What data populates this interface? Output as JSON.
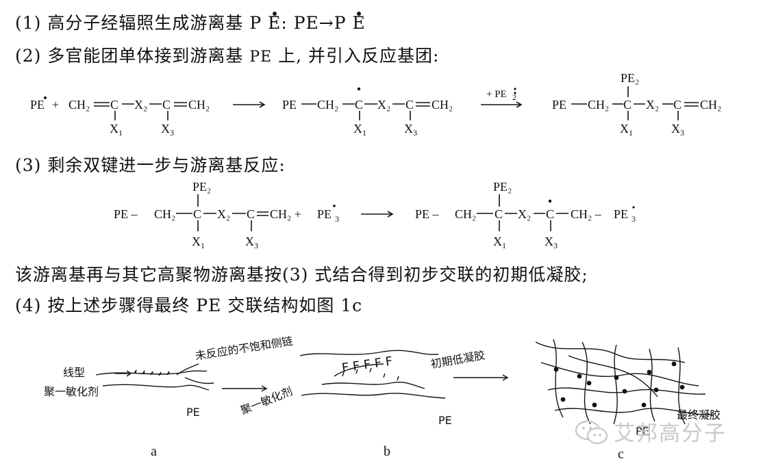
{
  "steps": {
    "s1_prefix": "(1) 高分子经辐照生成游离基",
    "s1_formula": ": PE→P",
    "s2": "(2) 多官能团单体接到游离基",
    "s2_pe": "PE",
    "s2_suffix": "上, 并引入反应基团:",
    "s3": "(3) 剩余双键进一步与游离基反应:",
    "combine": "该游离基再与其它高聚物游离基按(3) 式结合得到初步交联的初期低凝胶;",
    "s4": "(4) 按上述步骤得最终 PE 交联结构如图 1c"
  },
  "formula_chars": {
    "P": "P",
    "E": "E"
  },
  "reaction1": {
    "reactant_pe": "PE",
    "plus": "+",
    "ch2_left": "CH₂",
    "c": "C",
    "x2": "X₂",
    "ch2_right": "CH₂",
    "x1": "X",
    "x1_sub": "1",
    "x3": "X",
    "x3_sub": "3",
    "prod_pe": "PE",
    "prod_ch2": "CH₂",
    "arrow_label": "+ PE",
    "arrow_label_sub": "2",
    "final_top": "PE₂"
  },
  "reaction2": {
    "pe": "PE –",
    "ch2": "CH₂",
    "c": "C",
    "x2": "X₂",
    "ch2_plus": "CH₂ +",
    "pe3": "PE",
    "pe3_sub": "3",
    "top": "PE₂",
    "x1": "X",
    "x1_sub": "1",
    "x3": "X",
    "x3_sub": "3",
    "prod_pe": "PE –",
    "prod_end": "CH₂ –",
    "prod_pe3": "PE"
  },
  "figure": {
    "a_label1": "线型",
    "a_label2": "聚一敏化剂",
    "a_pe": "PE",
    "a_note": "未反应的不饱和侧链",
    "b_chain_label": "聚一敏化剂",
    "b_note": "初期低凝胶",
    "b_pe": "PE",
    "b_marks": "F F F F F",
    "c_note": "最终凝胶",
    "c_pe": "PE",
    "cap_a": "a",
    "cap_b": "b",
    "cap_c": "c"
  },
  "watermark": "艾邦高分子"
}
